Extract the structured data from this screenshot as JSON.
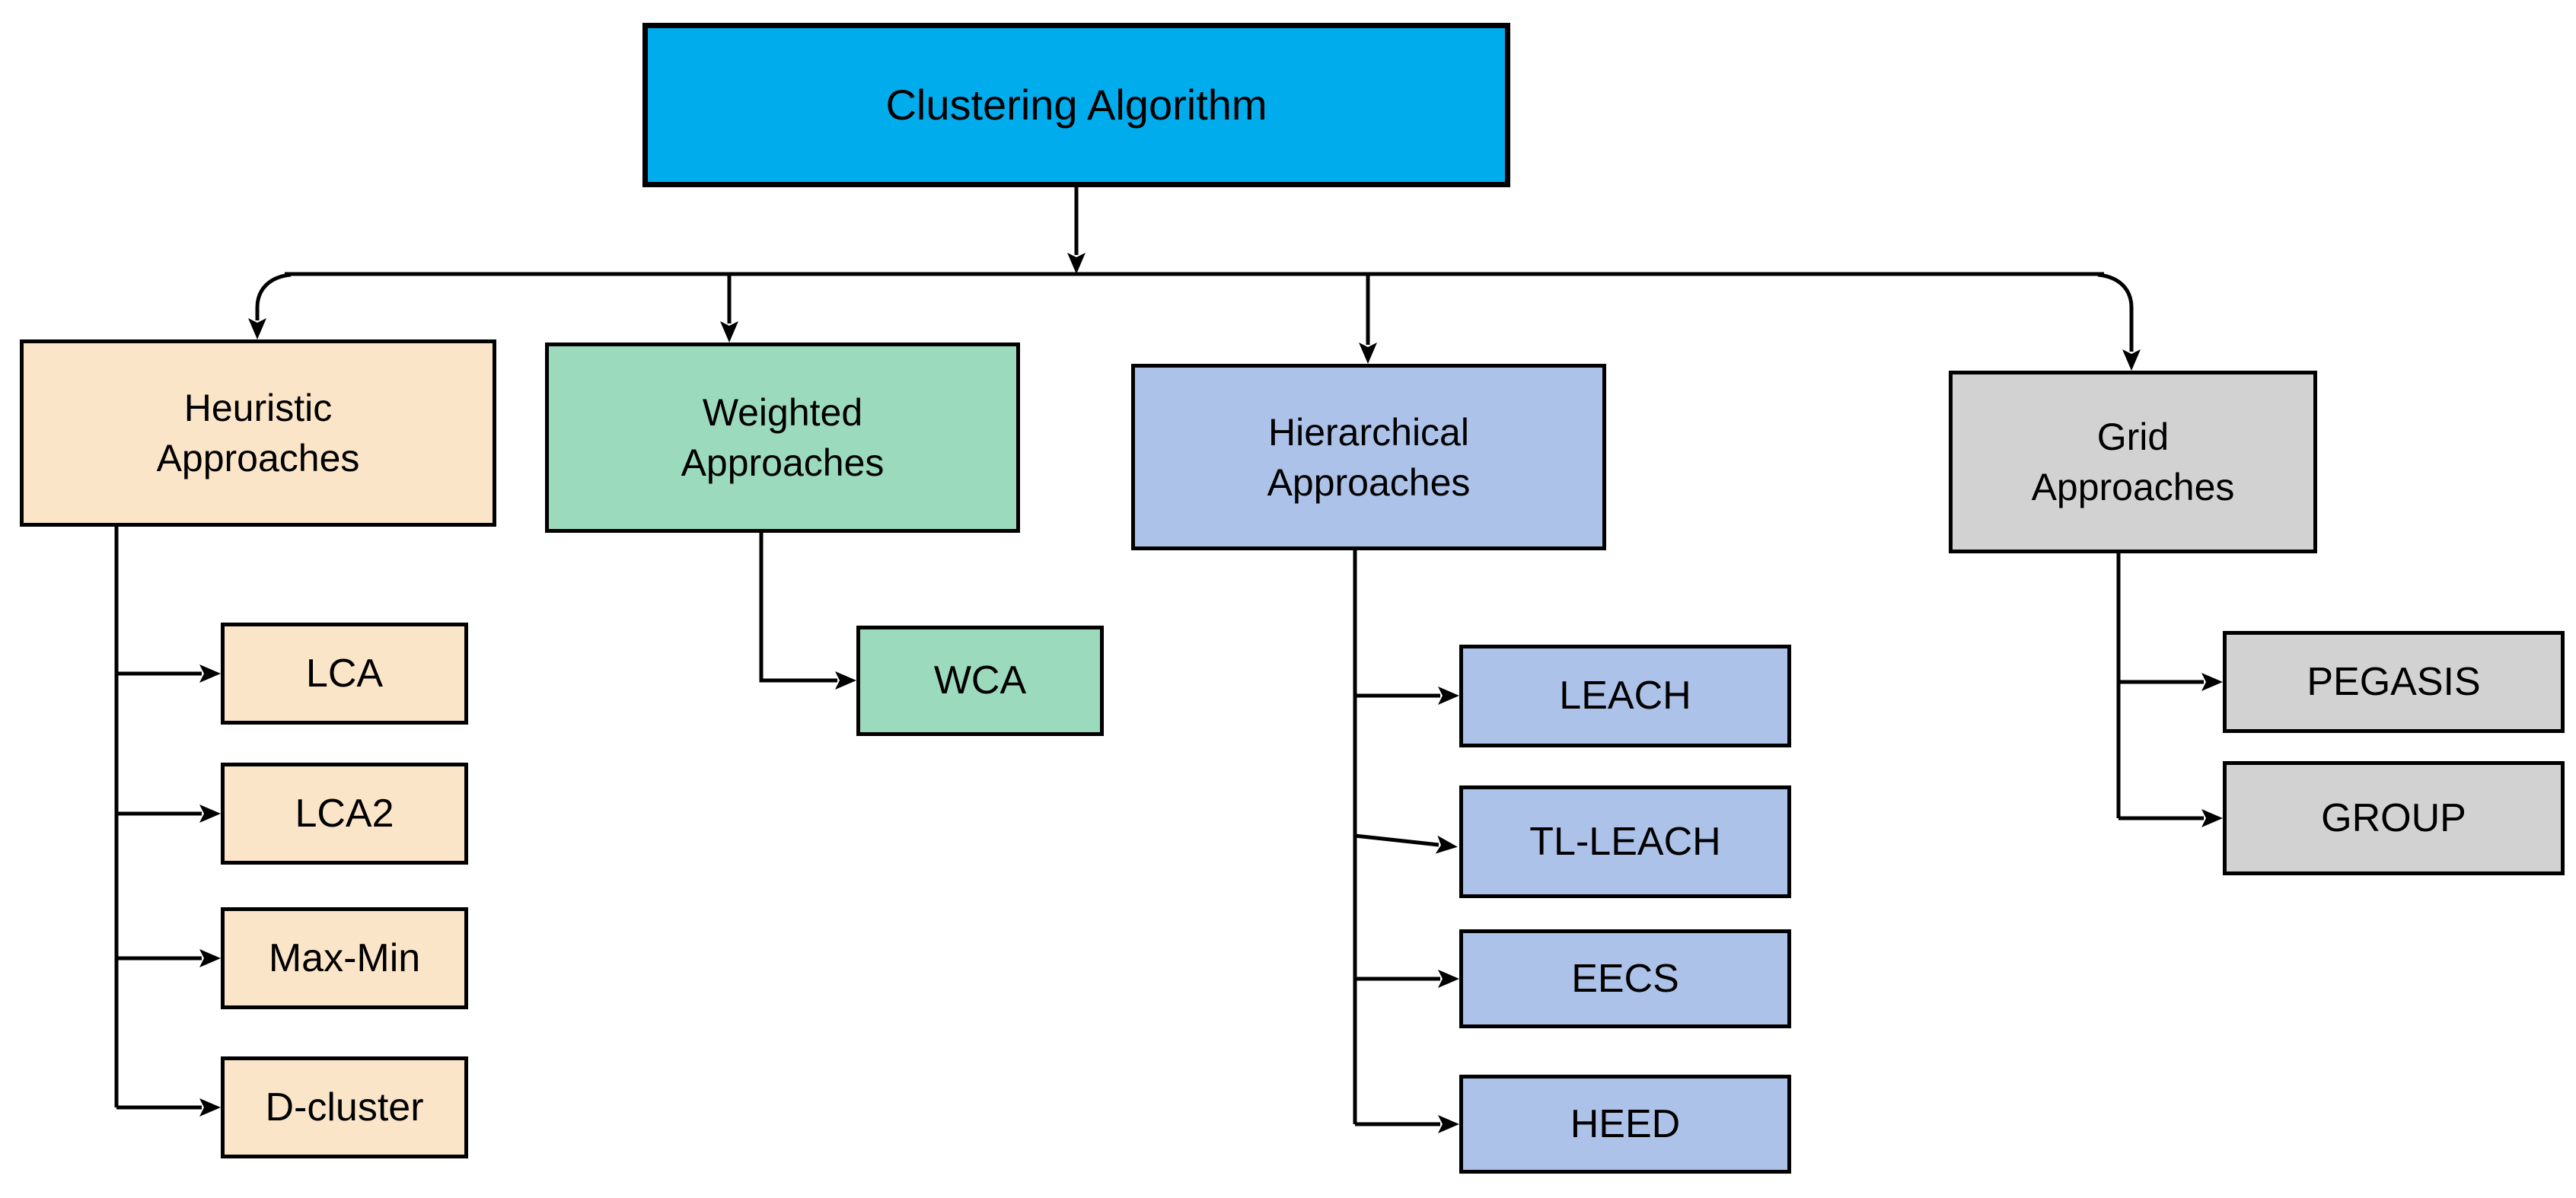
{
  "root": {
    "label": "Clustering Algorithm"
  },
  "branches": [
    {
      "id": "heuristic",
      "label": "Heuristic\nApproaches"
    },
    {
      "id": "weighted",
      "label": "Weighted\nApproaches"
    },
    {
      "id": "hierarchical",
      "label": "Hierarchical\nApproaches"
    },
    {
      "id": "grid",
      "label": "Grid\nApproaches"
    }
  ],
  "heuristic_children": [
    {
      "label": "LCA"
    },
    {
      "label": "LCA2"
    },
    {
      "label": "Max-Min"
    },
    {
      "label": "D-cluster"
    }
  ],
  "weighted_children": [
    {
      "label": "WCA"
    }
  ],
  "hierarchical_children": [
    {
      "label": "LEACH"
    },
    {
      "label": "TL-LEACH"
    },
    {
      "label": "EECS"
    },
    {
      "label": "HEED"
    }
  ],
  "grid_children": [
    {
      "label": "PEGASIS"
    },
    {
      "label": "GROUP"
    }
  ],
  "colors": {
    "root": "#00ACEC",
    "heuristic": "#FBE5C8",
    "weighted": "#9CDABD",
    "hierarchical": "#ADC2E8",
    "grid": "#D2D2D2",
    "line": "#000000",
    "text": "#000000"
  }
}
